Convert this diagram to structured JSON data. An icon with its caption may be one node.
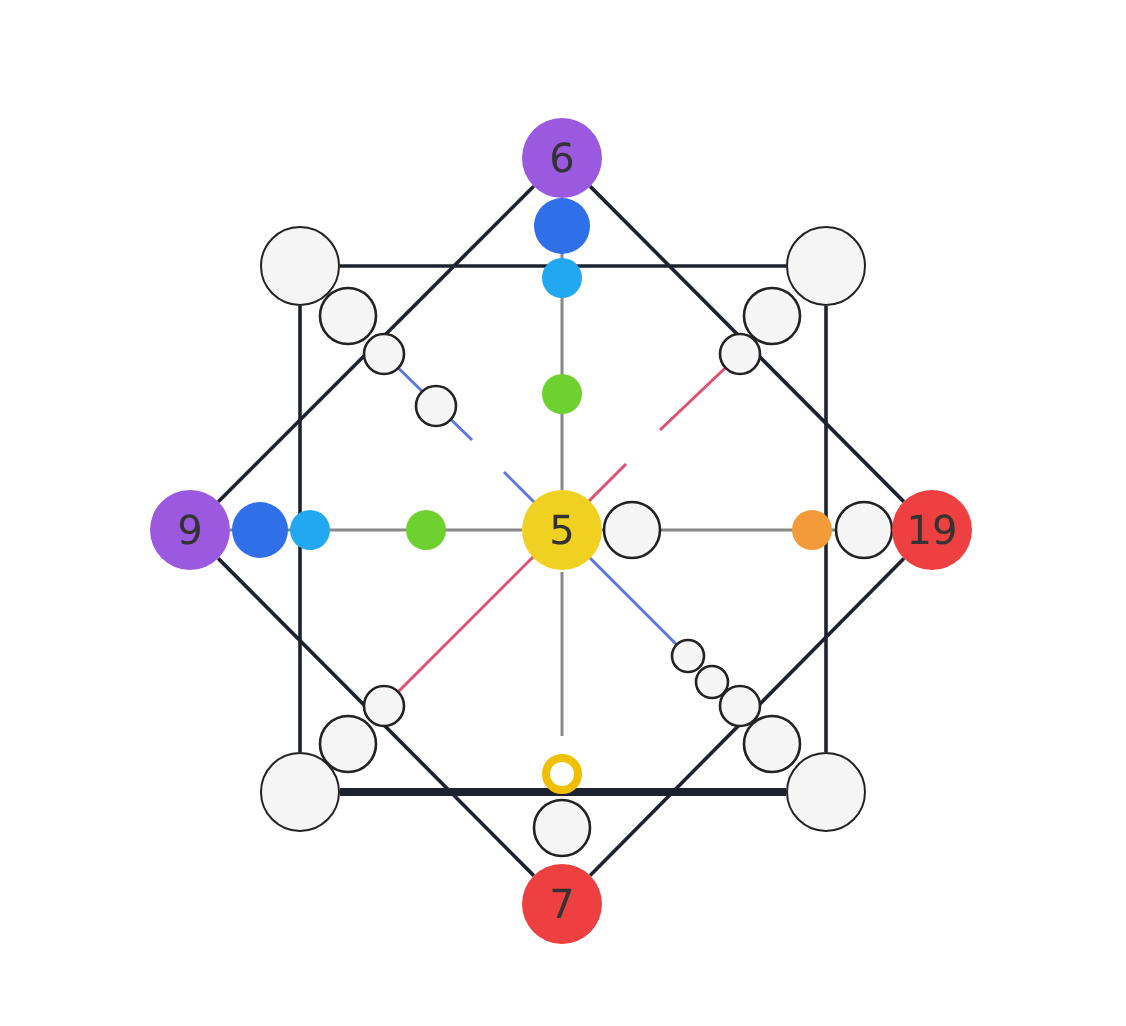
{
  "diagram": {
    "nodes": [
      {
        "text": [
          "6"
        ]
      },
      {
        "text": [
          "9"
        ]
      },
      {
        "text": [
          "5"
        ]
      },
      {
        "text": [
          "19"
        ]
      },
      {
        "text": [
          "7"
        ]
      },
      {
        "text": [],
        "shape": "circle"
      },
      {
        "text": [],
        "shape": "circle"
      },
      {
        "text": [],
        "shape": "circle"
      },
      {
        "text": [],
        "shape": "circle"
      }
    ],
    "edges": [
      {
        "from": 0,
        "to": 1,
        "arrow": "none"
      },
      {
        "from": 0,
        "to": 3,
        "arrow": "none"
      },
      {
        "from": 1,
        "to": 4,
        "arrow": "none"
      },
      {
        "from": 3,
        "to": 4,
        "arrow": "none"
      },
      {
        "from": 5,
        "to": 6,
        "arrow": "none"
      },
      {
        "from": 6,
        "to": 8,
        "arrow": "none"
      },
      {
        "from": 7,
        "to": 8,
        "arrow": "none",
        "style": "thick"
      },
      {
        "from": 5,
        "to": 7,
        "arrow": "none"
      },
      {
        "from": 0,
        "to": 2,
        "arrow": "none",
        "color": "#888888"
      },
      {
        "from": 1,
        "to": 2,
        "arrow": "none",
        "color": "#888888"
      },
      {
        "from": 2,
        "to": 3,
        "arrow": "none",
        "color": "#888888"
      }
    ]
  }
}
